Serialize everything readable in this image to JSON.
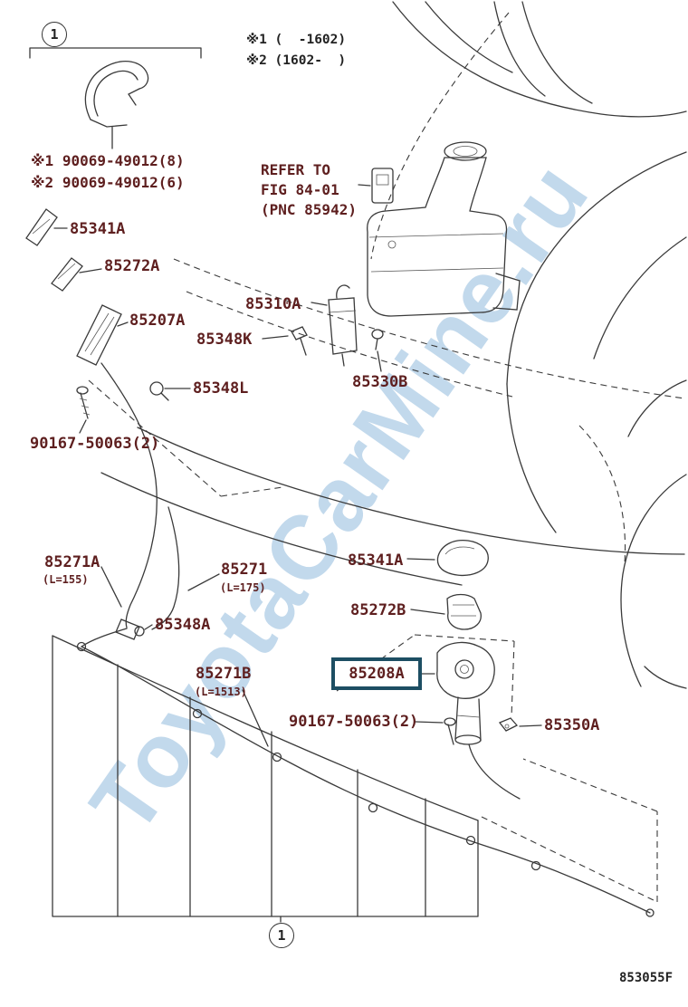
{
  "page": {
    "drawing_code": "853055F",
    "watermark_text": "ToyotaCarMine.ru"
  },
  "colors": {
    "label_text": "#5e1f1f",
    "highlight_border": "#1d4e63",
    "line": "#3a3a3a",
    "watermark": "#86b3d9"
  },
  "notes": {
    "applicability1": "※1 (  -1602)",
    "applicability2": "※2 (1602-  )"
  },
  "callout": {
    "number": "1"
  },
  "refer_note": {
    "line1": "REFER TO",
    "line2": "FIG 84-01",
    "line3": "(PNC 85942)"
  },
  "labels": {
    "hose_clamp_1": "※1 90069-49012(8)",
    "hose_clamp_2": "※2 90069-49012(6)",
    "front_nozzle_cover": "85341A",
    "front_nozzle": "85272A",
    "front_nozzle_assy": "85207A",
    "washer_jar": "85310A",
    "grommet_k": "85348K",
    "grommet_l": "85348L",
    "grommet_b": "85330B",
    "screw_front": "90167-50063(2)",
    "hose_a": "85271A",
    "hose_a_len": "(L=155)",
    "hose": "85271",
    "hose_len": "(L=175)",
    "rear_nozzle_cover": "85341A",
    "rear_nozzle": "85272B",
    "grommet_a": "85348A",
    "hose_b": "85271B",
    "hose_b_len": "(L=1513)",
    "actuator": "85208A",
    "screw_rear": "90167-50063(2)",
    "clip_rear": "85350A"
  }
}
